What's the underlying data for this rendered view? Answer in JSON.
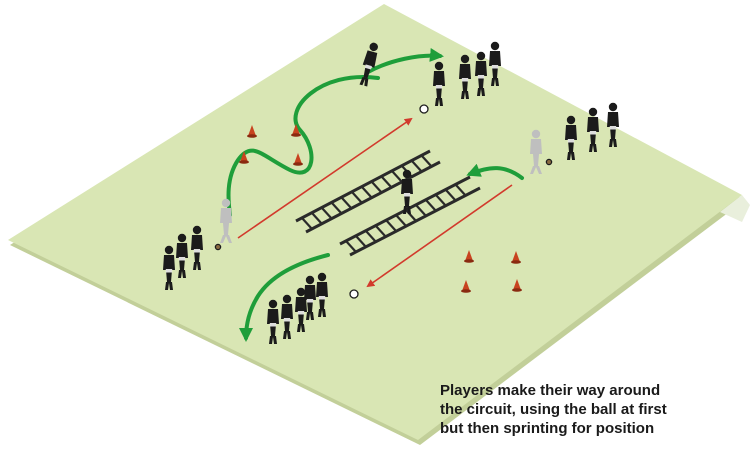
{
  "caption": {
    "lines": [
      "Players make their way around",
      "the circuit, using the ball at first",
      "but then sprinting for position"
    ]
  },
  "colors": {
    "pitch": "#d9e6b4",
    "pitch_edge": "#c2cf99",
    "arrow_green": "#1f9e3a",
    "arrow_red": "#d23a2c",
    "cone": "#c8431f",
    "player": "#1b1b1b",
    "ghost_player": "#bfbfbf",
    "ladder": "#2a2a2a"
  },
  "scene": {
    "ladders": 2,
    "cone_groups": [
      {
        "name": "weave-cones",
        "count": 4
      },
      {
        "name": "square-cones",
        "count": 4
      }
    ],
    "player_groups": [
      {
        "name": "top-right-group",
        "count": 4
      },
      {
        "name": "right-group",
        "count": 3
      },
      {
        "name": "left-group",
        "count": 3
      },
      {
        "name": "bottom-group",
        "count": 5
      }
    ],
    "balls": 4
  }
}
